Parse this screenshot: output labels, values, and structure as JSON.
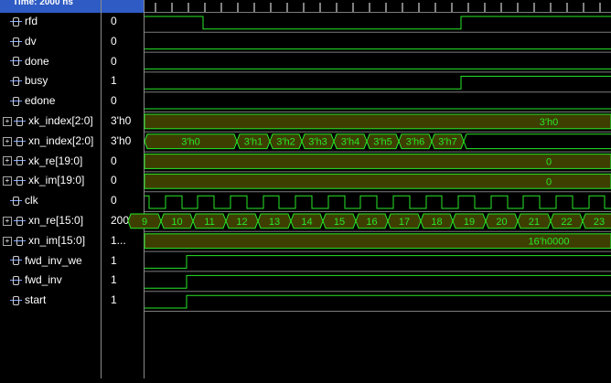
{
  "header": {
    "cursor_time": "Time: 2000 ns"
  },
  "signals": [
    {
      "name": "rfd",
      "value": "0",
      "bus": false
    },
    {
      "name": "dv",
      "value": "0",
      "bus": false
    },
    {
      "name": "done",
      "value": "0",
      "bus": false
    },
    {
      "name": "busy",
      "value": "1",
      "bus": false
    },
    {
      "name": "edone",
      "value": "0",
      "bus": false
    },
    {
      "name": "xk_index[2:0]",
      "value": "3'h0",
      "bus": true
    },
    {
      "name": "xn_index[2:0]",
      "value": "3'h0",
      "bus": true
    },
    {
      "name": "xk_re[19:0]",
      "value": "0",
      "bus": true
    },
    {
      "name": "xk_im[19:0]",
      "value": "0",
      "bus": true
    },
    {
      "name": "clk",
      "value": "0",
      "bus": false
    },
    {
      "name": "xn_re[15:0]",
      "value": "200",
      "bus": true
    },
    {
      "name": "xn_im[15:0]",
      "value": "1...",
      "bus": true
    },
    {
      "name": "fwd_inv_we",
      "value": "1",
      "bus": false
    },
    {
      "name": "fwd_inv",
      "value": "1",
      "bus": false
    },
    {
      "name": "start",
      "value": "1",
      "bus": false
    }
  ],
  "bus_labels": {
    "xk_index": "3'h0",
    "xn_index": [
      "3'h0",
      "3'h1",
      "3'h2",
      "3'h3",
      "3'h4",
      "3'h5",
      "3'h6",
      "3'h7"
    ],
    "xk_re": "0",
    "xk_im": "0",
    "xn_re": [
      "9",
      "10",
      "11",
      "12",
      "13",
      "14",
      "15",
      "16",
      "17",
      "18",
      "19",
      "20",
      "21",
      "22",
      "23"
    ],
    "xn_im": "16'h0000"
  },
  "colors": {
    "wave": "#27e827",
    "bus_fill": "#3e3e00",
    "grid": "#7c7c7c",
    "header": "#2f5cc4"
  }
}
